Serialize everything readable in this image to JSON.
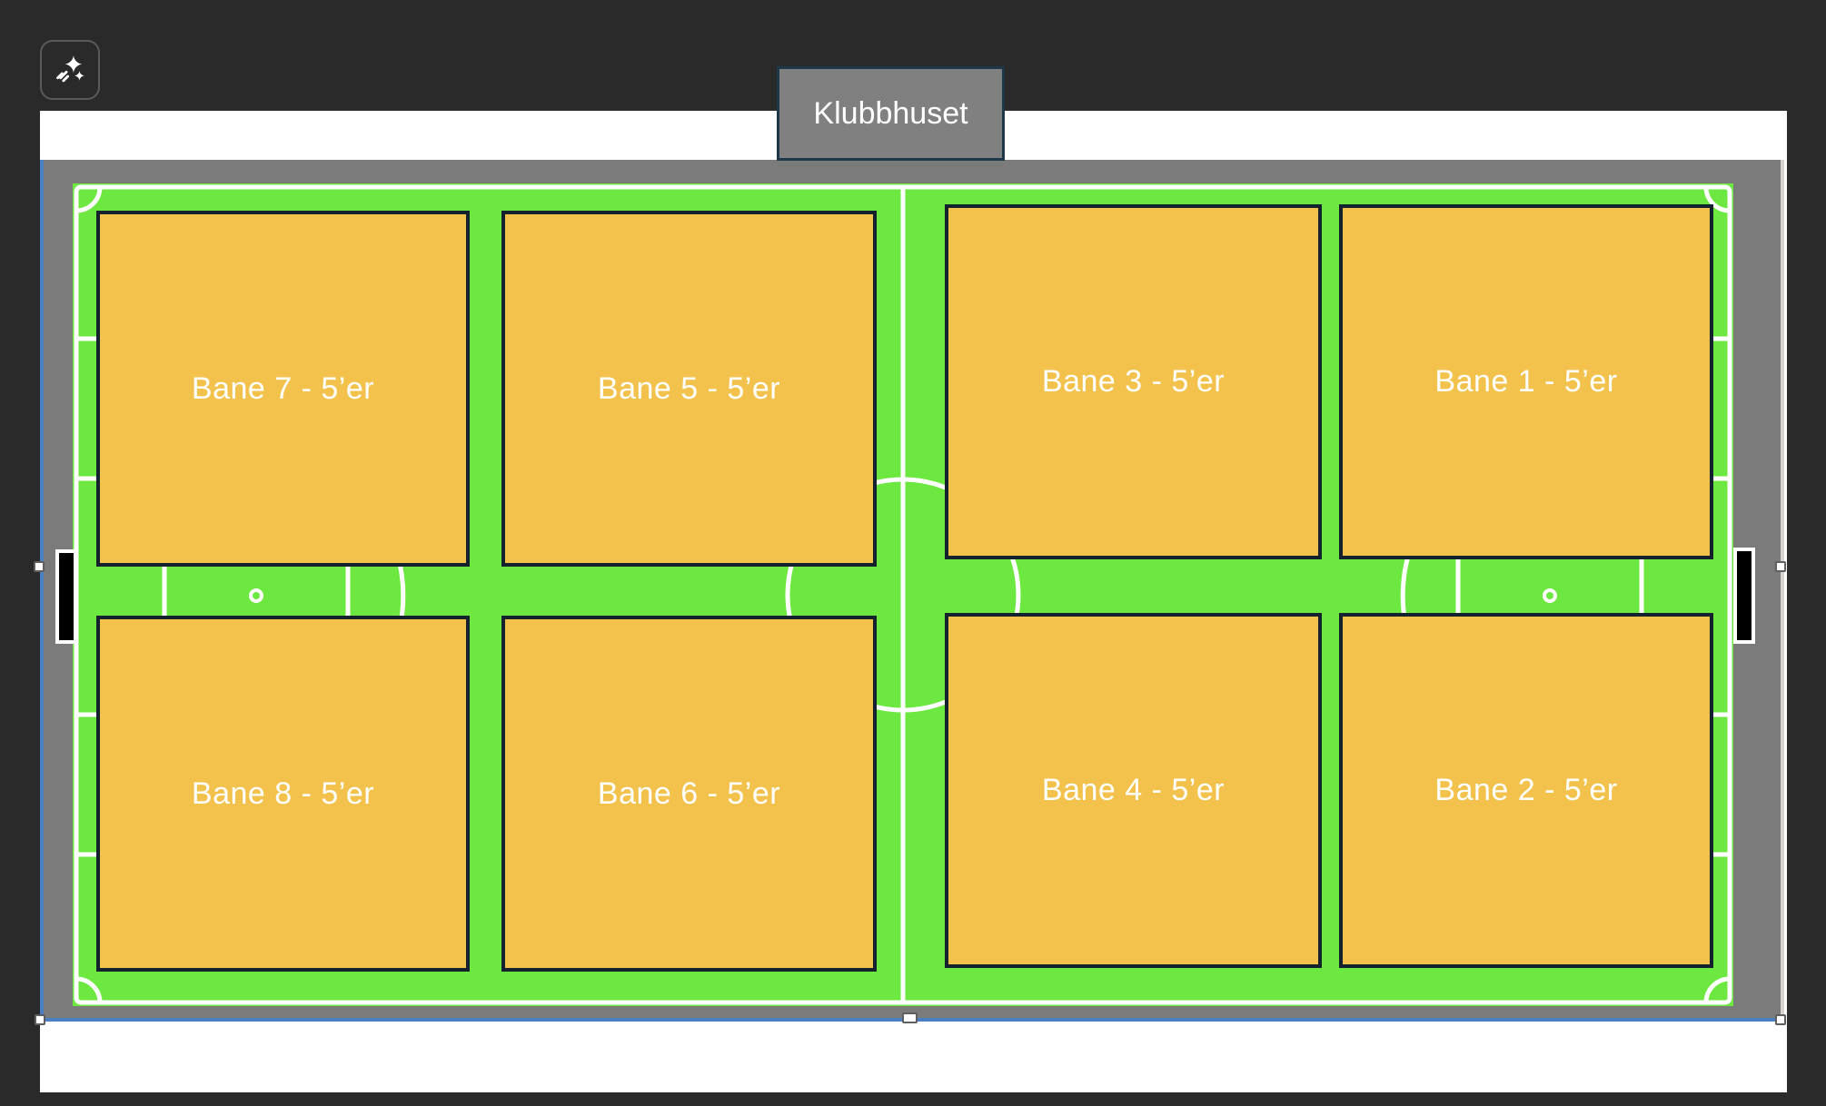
{
  "toolbar": {
    "ai_button_icon": "sparkles-icon"
  },
  "canvas": {
    "clubhouse": {
      "label": "Klubbhuset"
    },
    "pitches": [
      {
        "label": "Bane 7 - 5’er"
      },
      {
        "label": "Bane 5 - 5’er"
      },
      {
        "label": "Bane 3 - 5’er"
      },
      {
        "label": "Bane 1 - 5’er"
      },
      {
        "label": "Bane 8 - 5’er"
      },
      {
        "label": "Bane 6 - 5’er"
      },
      {
        "label": "Bane 4 - 5’er"
      },
      {
        "label": "Bane 2 - 5’er"
      }
    ],
    "colors": {
      "background": "#2a2a2a",
      "slide_white": "#ffffff",
      "field_surround_gray": "#7b7b7b",
      "grass_green": "#6CE841",
      "zone_orange": "#F2C24D",
      "zone_border_navy": "#13222C",
      "selection_blue": "#4a7fc1",
      "marking_white": "#ffffff",
      "label_text": "#ffffff"
    }
  }
}
